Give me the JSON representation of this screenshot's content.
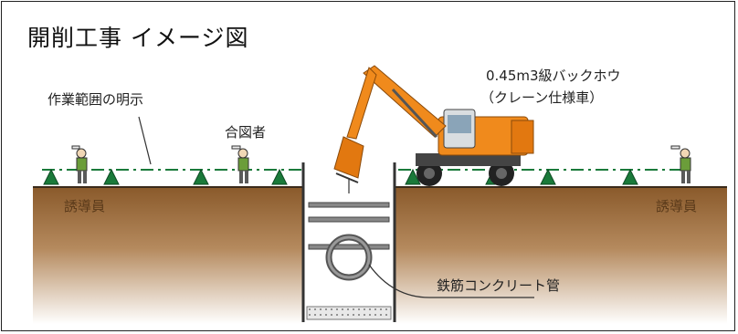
{
  "title": "開削工事 イメージ図",
  "labels": {
    "work_area": "作業範囲の明示",
    "signaler": "合図者",
    "guide_left": "誘導員",
    "guide_right": "誘導員",
    "machine_line1": "0.45m3級バックホウ",
    "machine_line2": "（クレーン仕様車）",
    "pipe": "鉄筋コンクリート管"
  },
  "colors": {
    "soil_top": "#9b6a3a",
    "soil_bottom": "#ffffff",
    "machine_body": "#f08a1c",
    "worker_vest": "#6b9d3a",
    "cone": "#1a7a3a"
  }
}
